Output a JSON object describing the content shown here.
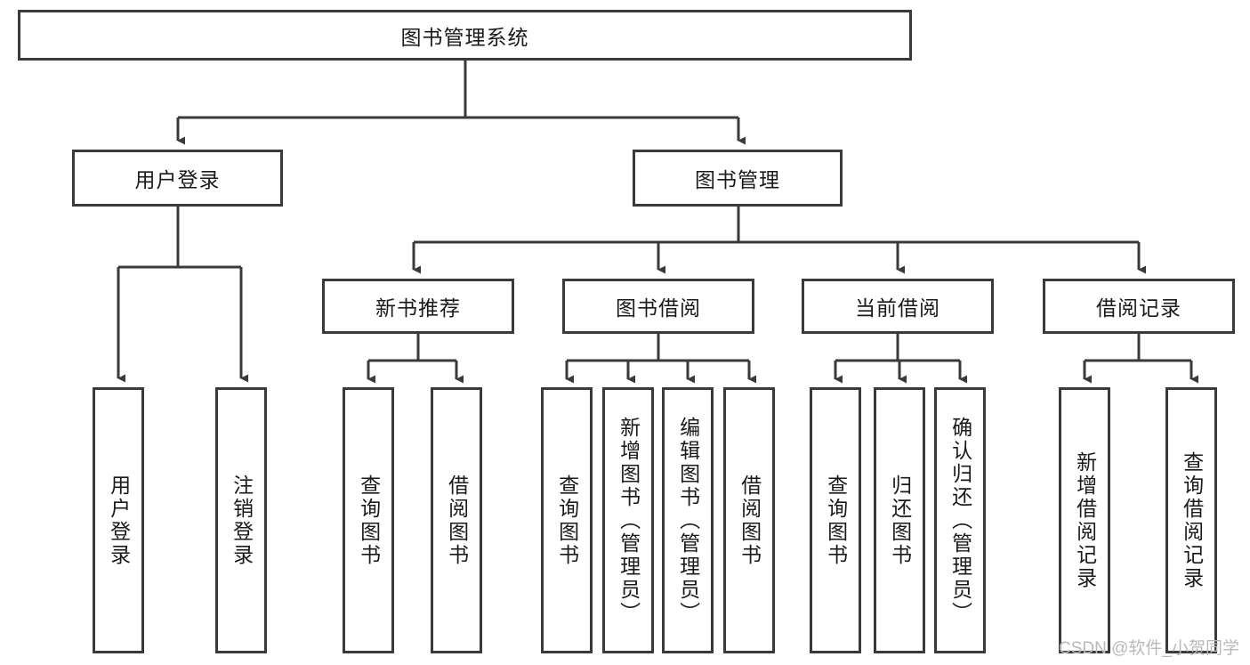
{
  "diagram": {
    "title": "图书管理系统",
    "type": "tree-hierarchy-chart",
    "watermark": "CSDN @软件_小贺同学",
    "colors": {
      "border": "#3a3a3a",
      "line": "#3a3a3a",
      "background": "#ffffff",
      "text": "#1a1a1a",
      "watermark": "#b9b9b9"
    },
    "root": {
      "label": "图书管理系统"
    },
    "level2": [
      {
        "label": "用户登录"
      },
      {
        "label": "图书管理"
      }
    ],
    "level3": [
      {
        "label": "新书推荐"
      },
      {
        "label": "图书借阅"
      },
      {
        "label": "当前借阅"
      },
      {
        "label": "借阅记录"
      }
    ],
    "leaves": {
      "user_login": [
        {
          "label": "用户登录"
        },
        {
          "label": "注销登录"
        }
      ],
      "new_book_recommend": [
        {
          "label": "查询图书"
        },
        {
          "label": "借阅图书"
        }
      ],
      "book_borrow": [
        {
          "label": "查询图书"
        },
        {
          "label": "新增图书（管理员）"
        },
        {
          "label": "编辑图书（管理员）"
        },
        {
          "label": "借阅图书"
        }
      ],
      "current_borrow": [
        {
          "label": "查询图书"
        },
        {
          "label": "归还图书"
        },
        {
          "label": "确认归还（管理员）"
        }
      ],
      "borrow_record": [
        {
          "label": "新增借阅记录"
        },
        {
          "label": "查询借阅记录"
        }
      ]
    }
  }
}
